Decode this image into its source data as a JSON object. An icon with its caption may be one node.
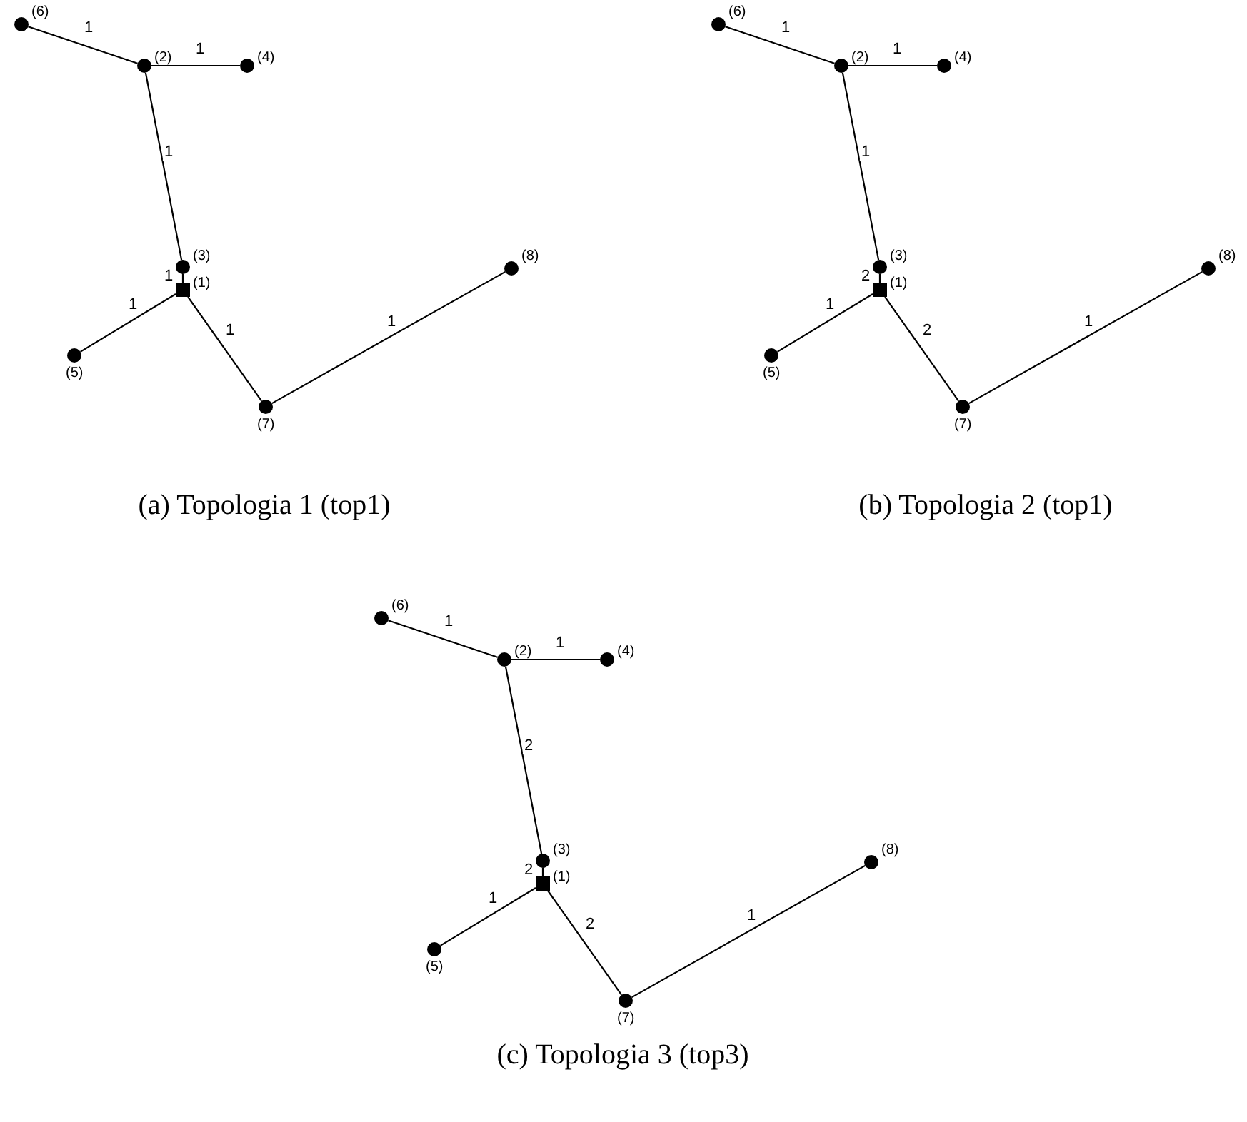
{
  "diagram": {
    "nodes": [
      {
        "text": [],
        "shape": "box",
        "beside": [
          "(1)"
        ]
      },
      {
        "text": [],
        "shape": "circle",
        "beside": [
          "(2)"
        ]
      },
      {
        "text": [],
        "shape": "circle",
        "beside": [
          "(3)"
        ]
      },
      {
        "text": [],
        "shape": "circle",
        "beside": [
          "(4)"
        ]
      },
      {
        "text": [],
        "shape": "circle",
        "beside": [
          "(5)"
        ]
      },
      {
        "text": [],
        "shape": "circle",
        "beside": [
          "(6)"
        ]
      },
      {
        "text": [],
        "shape": "circle",
        "beside": [
          "(7)"
        ]
      },
      {
        "text": [],
        "shape": "circle",
        "beside": [
          "(8)"
        ]
      },
      {
        "text": [],
        "shape": "box",
        "beside": [
          "(1)"
        ]
      },
      {
        "text": [],
        "shape": "circle",
        "beside": [
          "(2)"
        ]
      },
      {
        "text": [],
        "shape": "circle",
        "beside": [
          "(3)"
        ]
      },
      {
        "text": [],
        "shape": "circle",
        "beside": [
          "(4)"
        ]
      },
      {
        "text": [],
        "shape": "circle",
        "beside": [
          "(5)"
        ]
      },
      {
        "text": [],
        "shape": "circle",
        "beside": [
          "(6)"
        ]
      },
      {
        "text": [],
        "shape": "circle",
        "beside": [
          "(7)"
        ]
      },
      {
        "text": [],
        "shape": "circle",
        "beside": [
          "(8)"
        ]
      },
      {
        "text": [],
        "shape": "box",
        "beside": [
          "(1)"
        ]
      },
      {
        "text": [],
        "shape": "circle",
        "beside": [
          "(2)"
        ]
      },
      {
        "text": [],
        "shape": "circle",
        "beside": [
          "(3)"
        ]
      },
      {
        "text": [],
        "shape": "circle",
        "beside": [
          "(4)"
        ]
      },
      {
        "text": [],
        "shape": "circle",
        "beside": [
          "(5)"
        ]
      },
      {
        "text": [],
        "shape": "circle",
        "beside": [
          "(6)"
        ]
      },
      {
        "text": [],
        "shape": "circle",
        "beside": [
          "(7)"
        ]
      },
      {
        "text": [],
        "shape": "circle",
        "beside": [
          "(8)"
        ]
      }
    ],
    "edges": [
      {
        "from": 5,
        "to": 1,
        "arrow": "none",
        "label": "1"
      },
      {
        "from": 1,
        "to": 3,
        "arrow": "none",
        "label": "1"
      },
      {
        "from": 1,
        "to": 2,
        "arrow": "none",
        "label": "1"
      },
      {
        "from": 2,
        "to": 0,
        "arrow": "none",
        "label": "1"
      },
      {
        "from": 0,
        "to": 4,
        "arrow": "none",
        "label": "1"
      },
      {
        "from": 0,
        "to": 6,
        "arrow": "none",
        "label": "1"
      },
      {
        "from": 6,
        "to": 7,
        "arrow": "none",
        "label": "1"
      },
      {
        "from": 13,
        "to": 9,
        "arrow": "none",
        "label": "1"
      },
      {
        "from": 9,
        "to": 11,
        "arrow": "none",
        "label": "1"
      },
      {
        "from": 9,
        "to": 10,
        "arrow": "none",
        "label": "1"
      },
      {
        "from": 10,
        "to": 8,
        "arrow": "none",
        "label": "2"
      },
      {
        "from": 8,
        "to": 12,
        "arrow": "none",
        "label": "1"
      },
      {
        "from": 8,
        "to": 14,
        "arrow": "none",
        "label": "2"
      },
      {
        "from": 14,
        "to": 15,
        "arrow": "none",
        "label": "1"
      },
      {
        "from": 21,
        "to": 17,
        "arrow": "none",
        "label": "1"
      },
      {
        "from": 17,
        "to": 19,
        "arrow": "none",
        "label": "1"
      },
      {
        "from": 17,
        "to": 18,
        "arrow": "none",
        "label": "2"
      },
      {
        "from": 18,
        "to": 16,
        "arrow": "none",
        "label": "2"
      },
      {
        "from": 16,
        "to": 20,
        "arrow": "none",
        "label": "1"
      },
      {
        "from": 16,
        "to": 22,
        "arrow": "none",
        "label": "2"
      },
      {
        "from": 22,
        "to": 23,
        "arrow": "none",
        "label": "1"
      }
    ],
    "labels": [
      "(a) Topologia 1 (top1)",
      "(b) Topologia 2 (top1)",
      "(c) Topologia 3 (top3)"
    ]
  }
}
